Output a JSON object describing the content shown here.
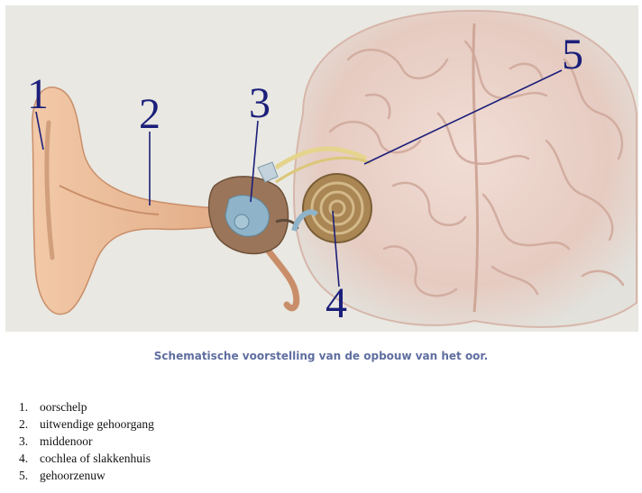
{
  "figure": {
    "callouts": [
      {
        "number": "1",
        "meaning": "oorschelp"
      },
      {
        "number": "2",
        "meaning": "uitwendige gehoorgang"
      },
      {
        "number": "3",
        "meaning": "middenoor"
      },
      {
        "number": "4",
        "meaning": "cochlea of slakkenhuis"
      },
      {
        "number": "5",
        "meaning": "gehoorzenuw"
      }
    ],
    "label_color": "#1b1f7a",
    "brain_color": "#e7cfc6",
    "ear_color": "#e9b995",
    "cochlea_color": "#b08a55",
    "ossicle_color": "#8fb3c8"
  },
  "caption": "Schematische voorstelling van de opbouw van het oor.",
  "legend": [
    {
      "num": "1.",
      "text": "oorschelp"
    },
    {
      "num": "2.",
      "text": "uitwendige gehoorgang"
    },
    {
      "num": "3.",
      "text": "middenoor"
    },
    {
      "num": "4.",
      "text": "cochlea of slakkenhuis"
    },
    {
      "num": "5.",
      "text": "gehoorzenuw"
    }
  ]
}
